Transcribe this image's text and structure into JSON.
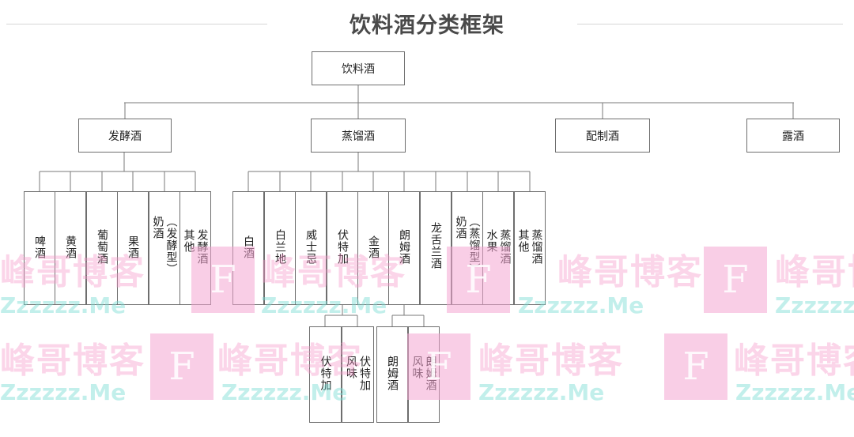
{
  "title": "饮料酒分类框架",
  "root": "饮料酒",
  "level1": [
    "发酵酒",
    "蒸馏酒",
    "配制酒",
    "露酒"
  ],
  "fermented_children": [
    [
      "啤酒"
    ],
    [
      "黄酒"
    ],
    [
      "葡萄酒"
    ],
    [
      "果酒"
    ],
    [
      "奶酒",
      "（发酵型）"
    ],
    [
      "其他",
      "发酵酒"
    ]
  ],
  "distilled_children": [
    [
      "白酒"
    ],
    [
      "白兰地"
    ],
    [
      "威士忌"
    ],
    [
      "伏特加"
    ],
    [
      "金酒"
    ],
    [
      "朗姆酒"
    ],
    [
      "龙舌兰酒"
    ],
    [
      "奶酒",
      "（蒸馏型）"
    ],
    [
      "水果",
      "蒸馏酒"
    ],
    [
      "其他",
      "蒸馏酒"
    ]
  ],
  "vodka_children": [
    [
      "伏特加"
    ],
    [
      "风味",
      "伏特加"
    ]
  ],
  "rum_children": [
    [
      "朗姆酒"
    ],
    [
      "风味",
      "朗姆酒"
    ]
  ],
  "watermark": {
    "cn": "峰哥博客",
    "en": "Zzzzzz.Me",
    "logo": "F"
  }
}
